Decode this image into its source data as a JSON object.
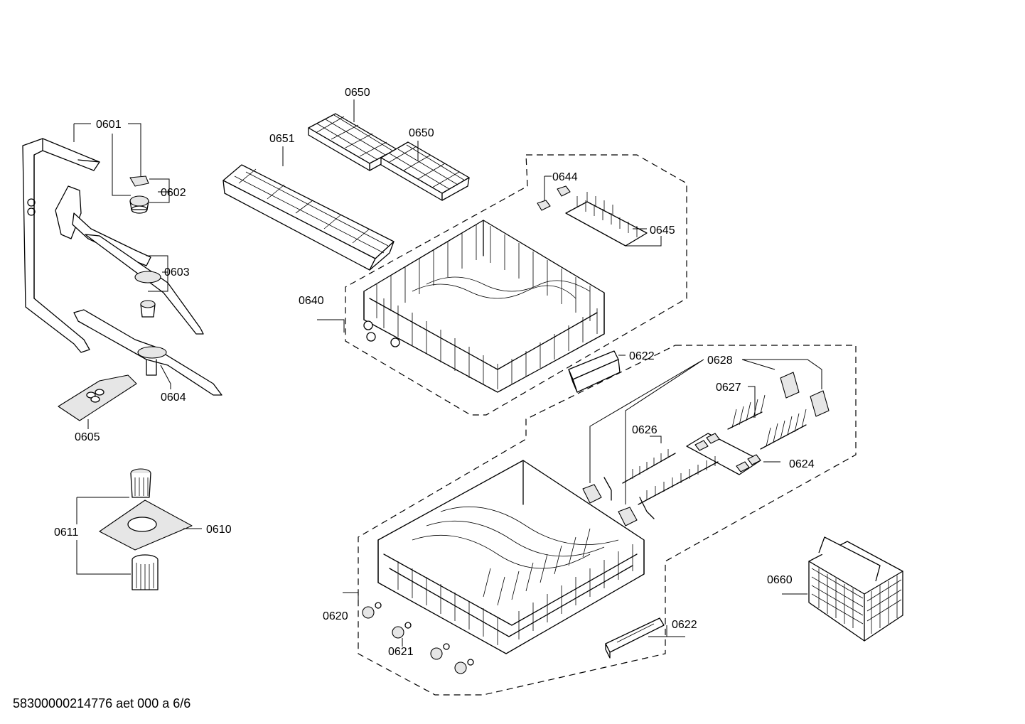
{
  "labels": {
    "p0601": "0601",
    "p0602": "0602",
    "p0603": "0603",
    "p0604": "0604",
    "p0605": "0605",
    "p0610": "0610",
    "p0611": "0611",
    "p0620": "0620",
    "p0621": "0621",
    "p0622a": "0622",
    "p0622b": "0622",
    "p0624": "0624",
    "p0626": "0626",
    "p0627": "0627",
    "p0628": "0628",
    "p0640": "0640",
    "p0644": "0644",
    "p0645": "0645",
    "p0650a": "0650",
    "p0650b": "0650",
    "p0651": "0651",
    "p0660": "0660"
  },
  "footer": {
    "document_id": "58300000214776 aet 000 a 6/6"
  }
}
